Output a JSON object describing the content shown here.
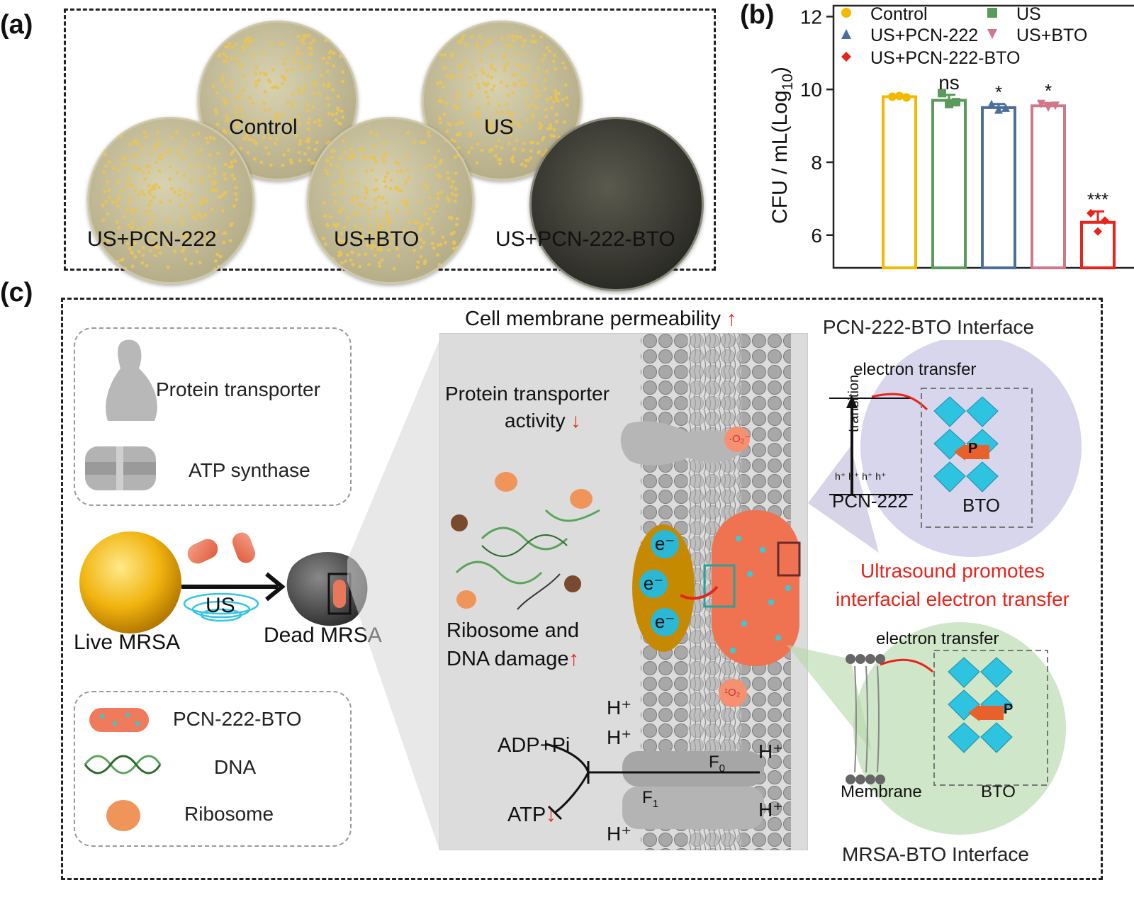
{
  "panel_a": {
    "letter": "(a)",
    "plates": [
      {
        "label": "Control",
        "density": "high"
      },
      {
        "label": "US",
        "density": "high"
      },
      {
        "label": "US+PCN-222",
        "density": "high"
      },
      {
        "label": "US+BTO",
        "density": "high"
      },
      {
        "label": "US+PCN-222-BTO",
        "density": "very-low"
      }
    ]
  },
  "panel_b": {
    "letter": "(b)"
  },
  "chart_data": {
    "type": "bar",
    "categories": [
      "Control",
      "US",
      "US+PCN-222",
      "US+BTO",
      "US+PCN-222-BTO"
    ],
    "values": [
      9.8,
      9.7,
      9.5,
      9.55,
      6.35
    ],
    "errors": [
      0.05,
      0.15,
      0.1,
      0.08,
      0.3
    ],
    "points": [
      [
        9.8,
        9.82,
        9.78
      ],
      [
        9.9,
        9.6,
        9.65
      ],
      [
        9.6,
        9.45,
        9.5
      ],
      [
        9.6,
        9.5,
        9.55
      ],
      [
        6.6,
        6.1,
        6.4
      ]
    ],
    "significance": [
      "",
      "ns",
      "*",
      "*",
      "***"
    ],
    "colors": [
      "#f5b800",
      "#5a9a5a",
      "#4a6f9a",
      "#d0788a",
      "#e8231a"
    ],
    "markers": [
      "circle",
      "square",
      "triangle-up",
      "triangle-down",
      "diamond"
    ],
    "ylabel": "CFU / mL(Log 10)",
    "ylabel_main": "CFU / mL(Log",
    "ylabel_sub": "10",
    "ylabel_close": ")",
    "ylim": [
      5.1,
      12.3
    ],
    "yticks": [
      6,
      8,
      10,
      12
    ],
    "legend": [
      "Control",
      "US",
      "US+PCN-222",
      "US+BTO",
      "US+PCN-222-BTO"
    ],
    "legend_position": "top"
  },
  "panel_c": {
    "letter": "(c)",
    "legend_top": {
      "protein_transporter": "Protein transporter",
      "atp_synthase": "ATP synthase"
    },
    "live_mrsa": "Live MRSA",
    "dead_mrsa": "Dead MRSA",
    "us": "US",
    "legend_bottom": {
      "pcn": "PCN-222-BTO",
      "dna": "DNA",
      "ribosome": "Ribosome"
    },
    "membrane_title": "Cell membrane permeability",
    "protein_activity_1": "Protein transporter",
    "protein_activity_2": "activity",
    "ribosome_damage_1": "Ribosome and",
    "ribosome_damage_2": "DNA damage",
    "adp": "ADP+Pi",
    "atp": "ATP",
    "h_plus": "H⁺",
    "f0": "F",
    "f0_sub": "0",
    "f1": "F",
    "f1_sub": "1",
    "e_minus": "e⁻",
    "superoxide": "·O₂⁻",
    "singlet": "¹O₂",
    "interface_top_title": "PCN-222-BTO Interface",
    "interface_bottom_title": "MRSA-BTO Interface",
    "electron_transfer": "electron transfer",
    "transition": "transition",
    "pcn222": "PCN-222",
    "bto": "BTO",
    "membrane": "Membrane",
    "p": "P",
    "holes": "h⁺ h⁺ h⁺ h⁺",
    "ultrasound_1": "Ultrasound promotes",
    "ultrasound_2": "interfacial electron transfer",
    "colors": {
      "accent_red": "#e8231a",
      "electron_blue": "#29b8d8",
      "bto_orange": "#ef7350"
    }
  }
}
